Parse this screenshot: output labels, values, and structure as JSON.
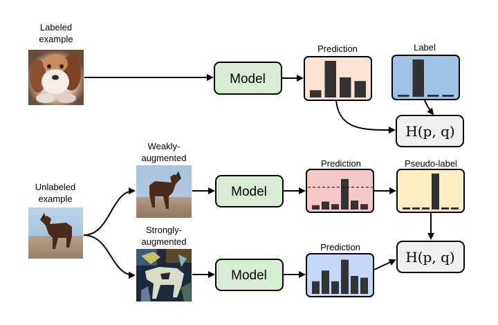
{
  "labels": {
    "labeled_line1": "Labeled",
    "labeled_line2": "example",
    "unlabeled_line1": "Unlabeled",
    "unlabeled_line2": "example",
    "weak_line1": "Weakly-",
    "weak_line2": "augmented",
    "strong_line1": "Strongly-",
    "strong_line2": "augmented"
  },
  "model_label": "Model",
  "h_expr": "H(p, q)",
  "top_prediction": {
    "title": "Prediction",
    "bars": [
      0.2,
      1.0,
      0.55,
      0.45
    ],
    "color": "#fde3d3"
  },
  "top_label": {
    "title": "Label",
    "bars": [
      0.05,
      1.0,
      0.05,
      0.05
    ],
    "color": "#9fc3e7"
  },
  "weak_prediction": {
    "title": "Prediction",
    "bars": [
      0.12,
      0.22,
      0.15,
      0.85,
      0.25,
      0.15
    ],
    "threshold": 0.62,
    "color": "#f6c8c8"
  },
  "pseudo_label": {
    "title": "Pseudo-label",
    "bars": [
      0.03,
      0.03,
      0.03,
      1.0,
      0.03,
      0.03
    ],
    "color": "#fdeec2"
  },
  "strong_prediction": {
    "title": "Prediction",
    "bars": [
      0.35,
      0.65,
      0.35,
      0.95,
      0.5,
      0.45
    ],
    "color": "#c6d6f7"
  },
  "colors": {
    "model_fill": "#d7ecd3",
    "h_fill": "#f0f0f0",
    "bar": "#333333"
  }
}
